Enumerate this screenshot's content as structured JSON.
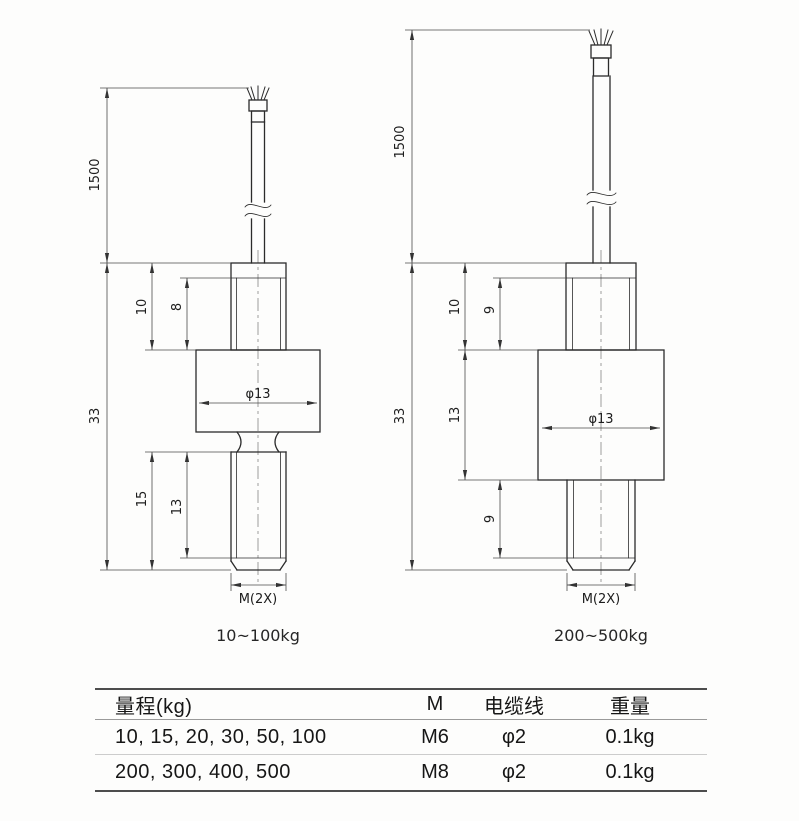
{
  "left": {
    "caption": "10~100kg",
    "cable_len": "1500",
    "total_h": "33",
    "top_stud_h": "10",
    "top_thread": "8",
    "bottom_stud_h": "15",
    "bottom_thread": "13",
    "dia": "φ13",
    "thread": "M(2X)"
  },
  "right": {
    "caption": "200~500kg",
    "cable_len": "1500",
    "total_h": "33",
    "top_stud_h": "10",
    "top_thread": "9",
    "body_h": "13",
    "bottom_stud_h": "9",
    "dia": "φ13",
    "thread": "M(2X)"
  },
  "table": {
    "headers": [
      "量程(kg)",
      "M",
      "电缆线",
      "重量"
    ],
    "rows": [
      {
        "range": "10, 15, 20, 30, 50, 100",
        "m": "M6",
        "cable": "φ2",
        "weight": "0.1kg"
      },
      {
        "range": "200, 300, 400, 500",
        "m": "M8",
        "cable": "φ2",
        "weight": "0.1kg"
      }
    ]
  }
}
